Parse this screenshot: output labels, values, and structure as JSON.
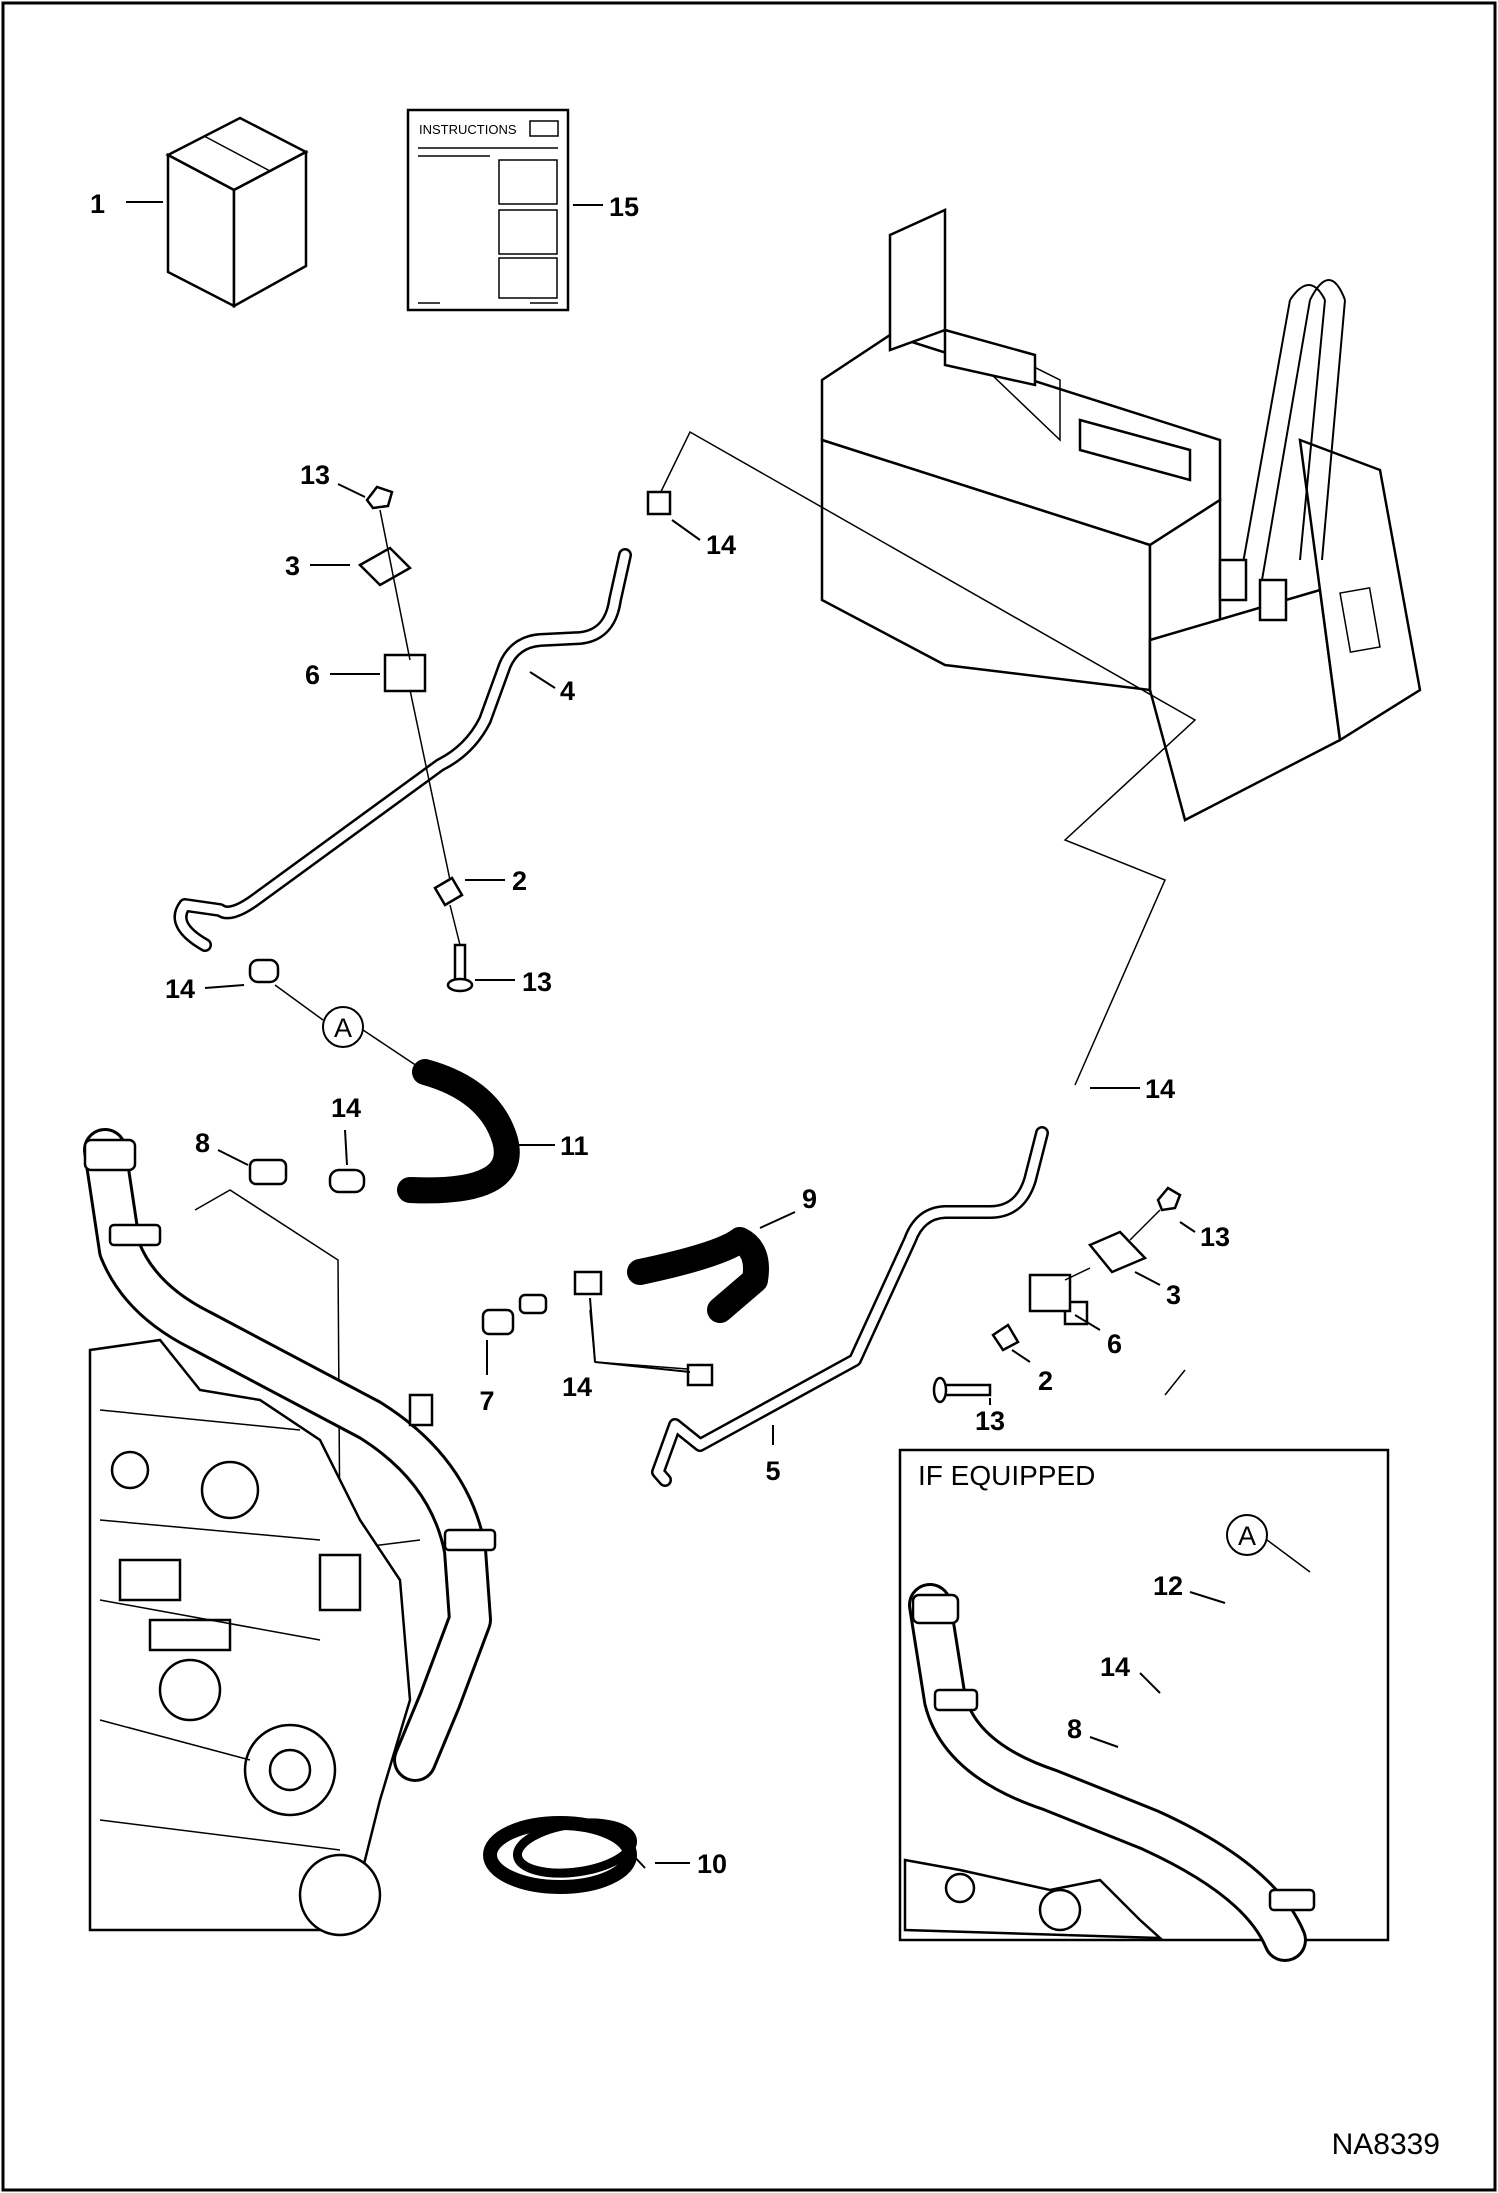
{
  "diagram": {
    "drawing_code": "NA8339",
    "manual_label": "INSTRUCTIONS",
    "inset_title": "IF EQUIPPED",
    "connector_letter": "A",
    "callouts": [
      "1",
      "15",
      "13",
      "3",
      "6",
      "14",
      "4",
      "2",
      "13",
      "14",
      "8",
      "14",
      "11",
      "9",
      "14",
      "7",
      "14",
      "5",
      "13",
      "3",
      "6",
      "2",
      "13",
      "10",
      "12",
      "14",
      "8"
    ]
  }
}
